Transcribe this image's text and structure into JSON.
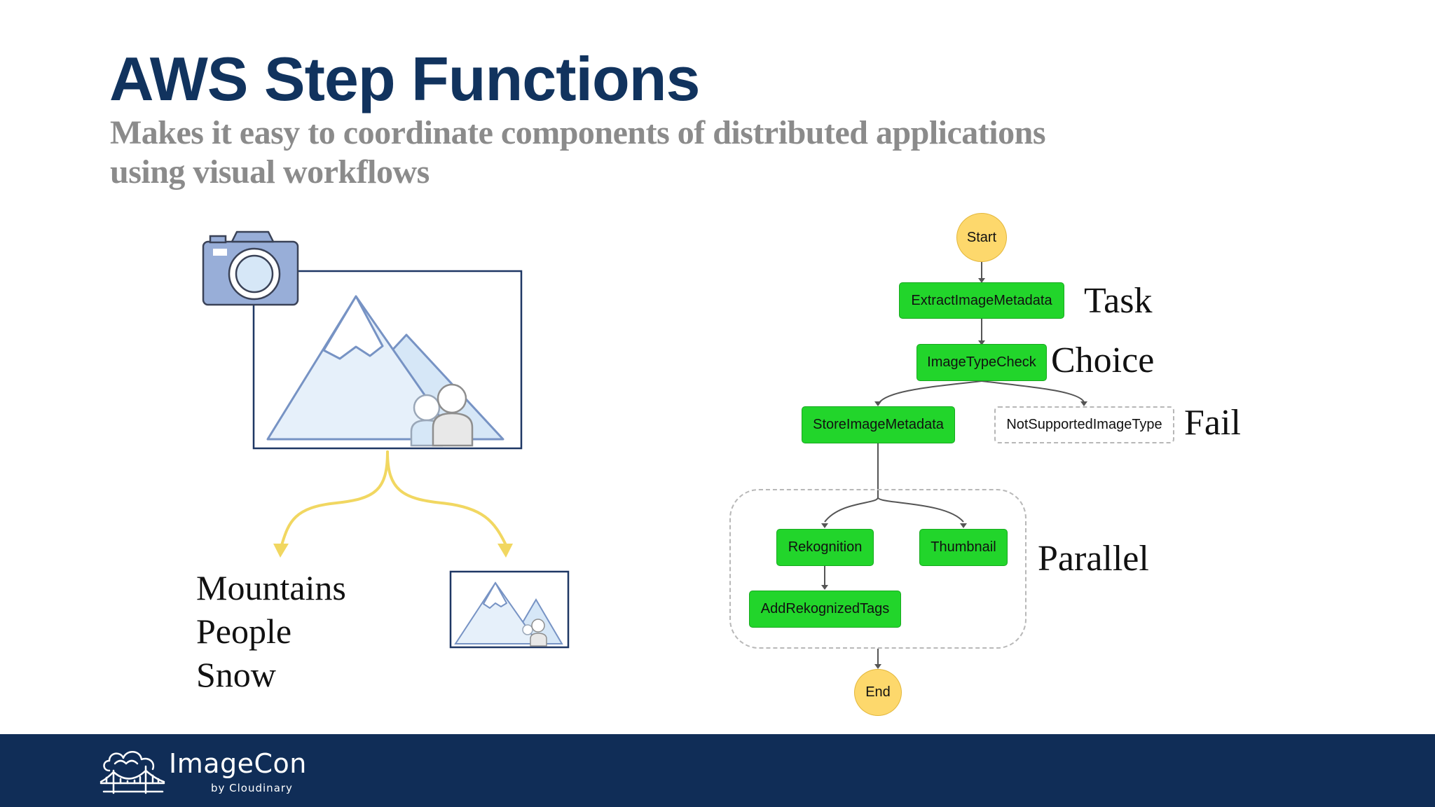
{
  "slide": {
    "title": "AWS Step Functions",
    "subtitle_line1": "Makes it easy to coordinate components of distributed applications",
    "subtitle_line2": "using visual workflows"
  },
  "illustration": {
    "tags": [
      "Mountains",
      "People",
      "Snow"
    ],
    "icons": [
      "camera-icon",
      "mountain-photo",
      "people-icon",
      "thumbnail-photo"
    ],
    "colors": {
      "outline": "#1e3764",
      "sky": "#d6e7f7",
      "mountain": "#e6f0fa",
      "arrow": "#f1d761",
      "camera": "#98aed8"
    }
  },
  "workflow": {
    "states": {
      "start": "Start",
      "extract": "ExtractImageMetadata",
      "type_check": "ImageTypeCheck",
      "store": "StoreImageMetadata",
      "not_supported": "NotSupportedImageType",
      "rekognition": "Rekognition",
      "thumbnail": "Thumbnail",
      "add_tags": "AddRekognizedTags",
      "end": "End"
    },
    "labels": {
      "task": "Task",
      "choice": "Choice",
      "fail": "Fail",
      "parallel": "Parallel"
    },
    "colors": {
      "task": "#22d52b",
      "terminal": "#fdd86c",
      "edge": "#555555"
    }
  },
  "footer": {
    "brand": "ImageCon",
    "byline": "by Cloudinary",
    "color": "#102d57"
  }
}
